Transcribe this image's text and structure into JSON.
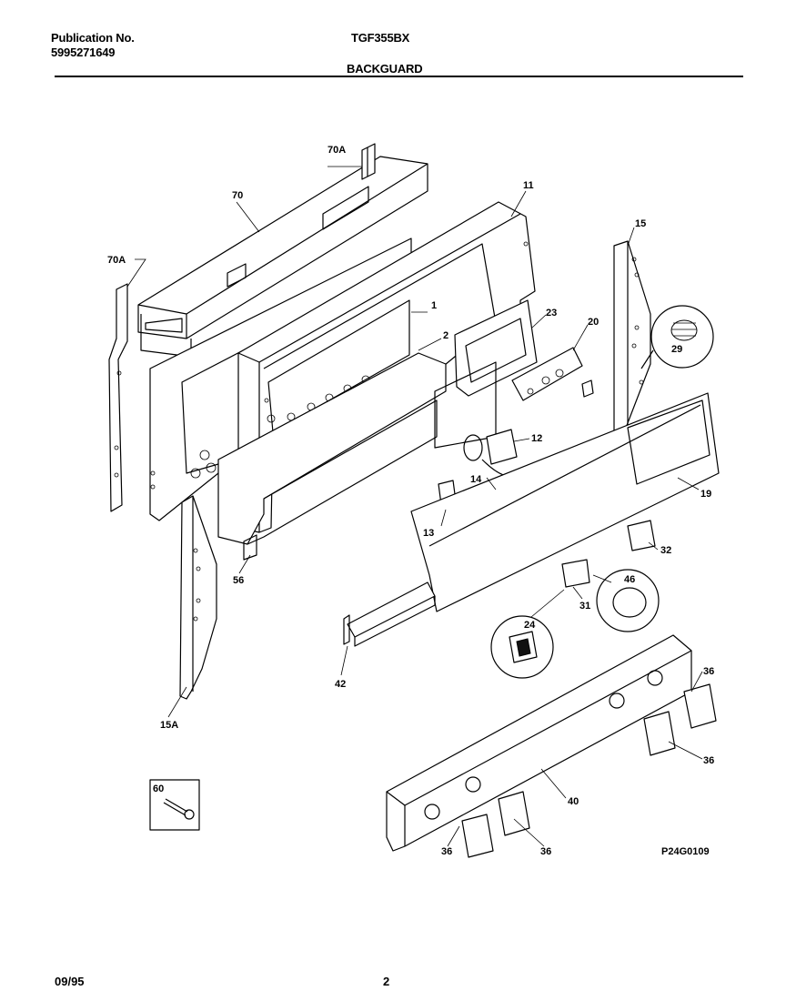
{
  "header": {
    "publication_label": "Publication No.",
    "publication_number": "5995271649",
    "model": "TGF355BX",
    "section": "BACKGUARD"
  },
  "footer": {
    "date": "09/95",
    "page": "2"
  },
  "diagram": {
    "drawing_id": "P24G0109",
    "callouts": {
      "c70A_top": "70A",
      "c70": "70",
      "c11": "11",
      "c15": "15",
      "c70A_left": "70A",
      "c1": "1",
      "c2": "2",
      "c23": "23",
      "c20": "20",
      "c29": "29",
      "c12": "12",
      "c19": "19",
      "c14": "14",
      "c13": "13",
      "c32": "32",
      "c46": "46",
      "c56": "56",
      "c31": "31",
      "c24": "24",
      "c42": "42",
      "c15A": "15A",
      "c36_a": "36",
      "c36_b": "36",
      "c40": "40",
      "c60": "60",
      "c36_c": "36",
      "c36_d": "36"
    }
  }
}
